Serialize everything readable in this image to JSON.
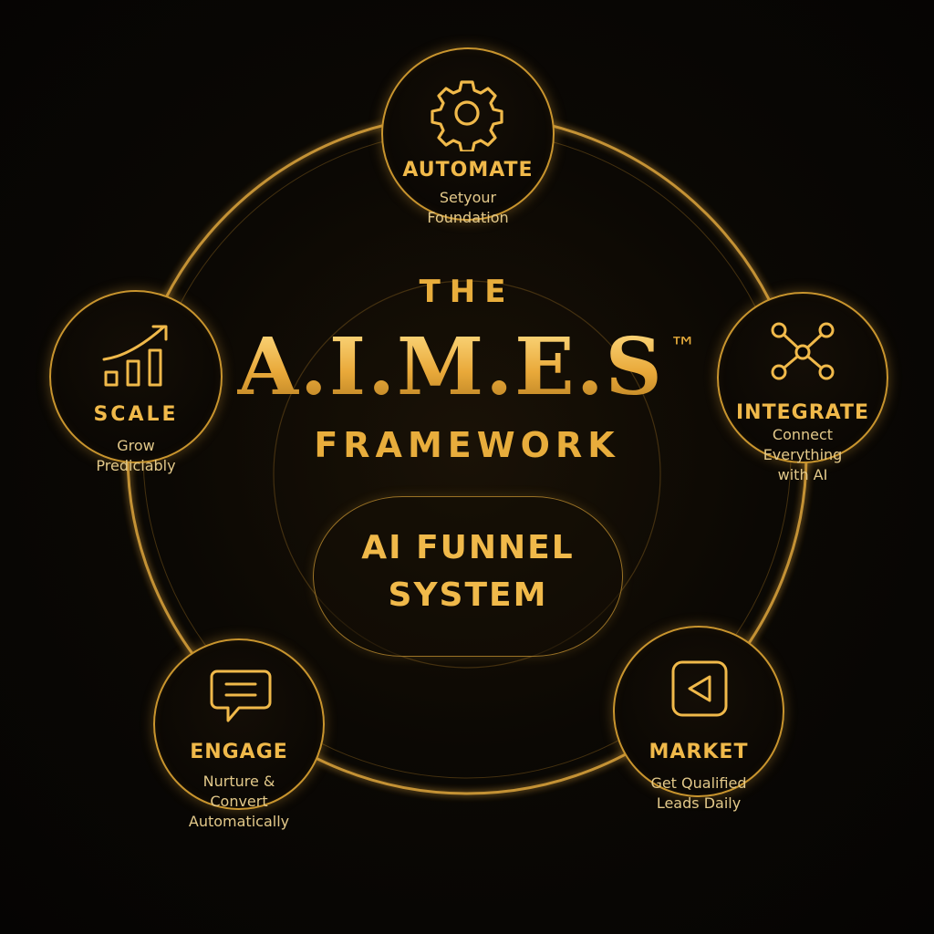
{
  "header": {
    "the_label": "THE",
    "brand_name": "A.I.M.E.S",
    "trademark": "™",
    "framework_label": "FRAMEWORK"
  },
  "center_pill": {
    "text": "AI FUNNEL\nSYSTEM"
  },
  "nodes": {
    "automate": {
      "title": "AUTOMATE",
      "subtitle": "Setyour\nFoundation",
      "icon": "gear-icon"
    },
    "integrate": {
      "title": "INTEGRATE",
      "subtitle": "Connect\nEverything\nwith AI",
      "icon": "network-icon"
    },
    "market": {
      "title": "MARKET",
      "subtitle": "Get Qualified\nLeads Daily",
      "icon": "play-icon"
    },
    "engage": {
      "title": "ENGAGE",
      "subtitle": "Nurture &\nConvert\nAutomatically",
      "icon": "chat-icon"
    },
    "scale": {
      "title": "SCALE",
      "subtitle": "Grow\nPrediciably",
      "icon": "growth-chart-icon"
    }
  },
  "colors": {
    "gold": "#f0b94a",
    "gold_dark": "#c9952e",
    "background": "#050403",
    "text_light": "#e3c98a"
  }
}
